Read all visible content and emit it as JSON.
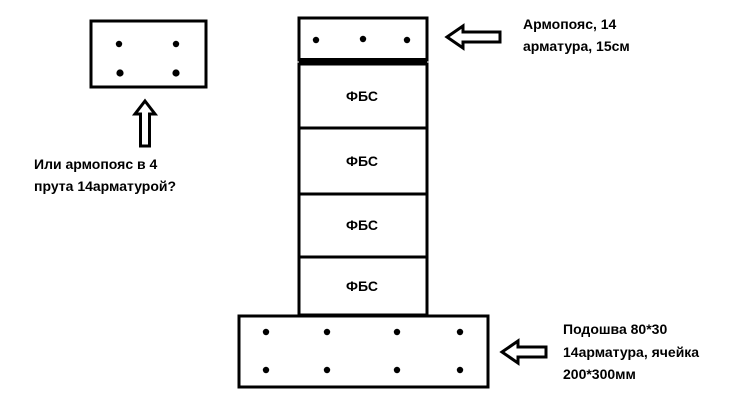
{
  "colors": {
    "stroke": "#000000",
    "background": "#ffffff"
  },
  "annotations": {
    "armopoyas_line1": "Армопояс, 14",
    "armopoyas_line2": "арматура, 15см",
    "question_line1": "Или армопояс в 4",
    "question_line2": "прута 14арматурой?",
    "podoshva_line1": "Подошва 80*30",
    "podoshva_line2": "14арматура, ячейка",
    "podoshva_line3": "200*300мм"
  },
  "blocks": {
    "fbs1": "ФБС",
    "fbs2": "ФБС",
    "fbs3": "ФБС",
    "fbs4": "ФБС"
  }
}
